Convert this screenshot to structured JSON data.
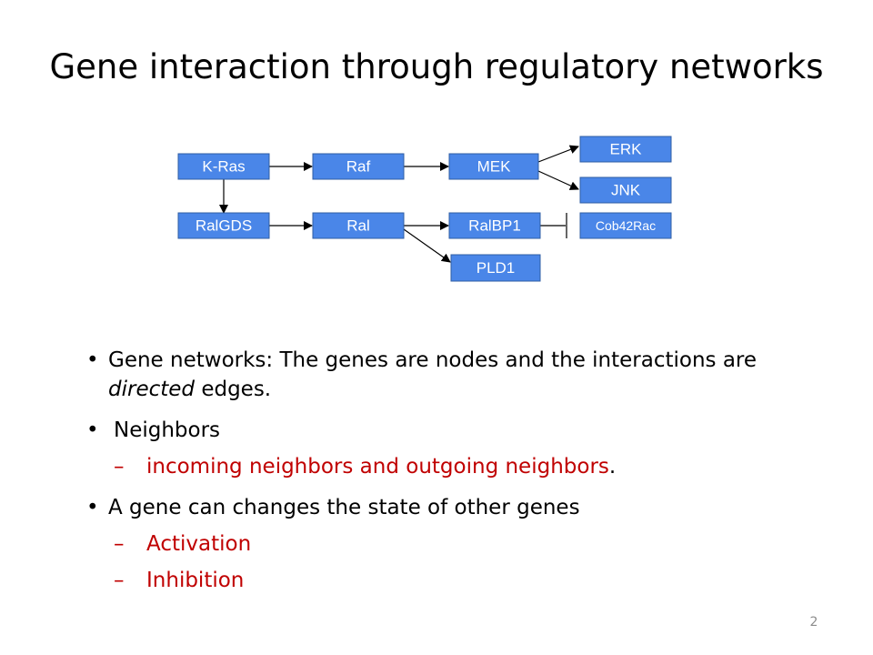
{
  "title": "Gene interaction through regulatory networks",
  "diagram": {
    "node_color": "#4a86e8",
    "nodes": {
      "kras": "K-Ras",
      "raf": "Raf",
      "mek": "MEK",
      "erk": "ERK",
      "jnk": "JNK",
      "ralgds": "RalGDS",
      "ral": "Ral",
      "ralbp1": "RalBP1",
      "cob42rac": "Cob42Rac",
      "pld1": "PLD1"
    }
  },
  "bullets": {
    "b1_main": "Gene networks: The genes are nodes and the interactions  are",
    "b1_em": "directed",
    "b1_tail": " edges.",
    "b2": "Neighbors",
    "b2_sub": "incoming neighbors and outgoing neighbors",
    "b2_sub_period": ".",
    "b3": "A gene can changes the state of other genes",
    "b3_sub1": "Activation",
    "b3_sub2": "Inhibition",
    "bullet_glyph": "•",
    "dash_glyph": "–",
    "accent_color": "#c00000"
  },
  "page_number": "2"
}
